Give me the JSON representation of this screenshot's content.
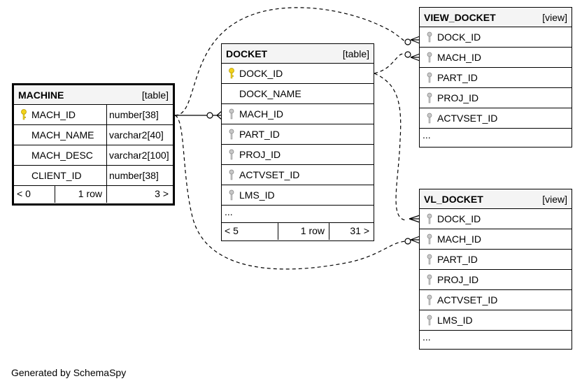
{
  "tables": {
    "machine": {
      "name": "MACHINE",
      "kind": "[table]",
      "columns": [
        {
          "name": "MACH_ID",
          "type": "number[38]"
        },
        {
          "name": "MACH_NAME",
          "type": "varchar2[40]"
        },
        {
          "name": "MACH_DESC",
          "type": "varchar2[100]"
        },
        {
          "name": "CLIENT_ID",
          "type": "number[38]"
        }
      ],
      "footer": {
        "left": "< 0",
        "mid": "1 row",
        "right": "3 >"
      }
    },
    "docket": {
      "name": "DOCKET",
      "kind": "[table]",
      "columns": [
        "DOCK_ID",
        "DOCK_NAME",
        "MACH_ID",
        "PART_ID",
        "PROJ_ID",
        "ACTVSET_ID",
        "LMS_ID"
      ],
      "more": "...",
      "footer": {
        "left": "< 5",
        "mid": "1 row",
        "right": "31 >"
      }
    },
    "view_docket": {
      "name": "VIEW_DOCKET",
      "kind": "[view]",
      "columns": [
        "DOCK_ID",
        "MACH_ID",
        "PART_ID",
        "PROJ_ID",
        "ACTVSET_ID"
      ],
      "more": "..."
    },
    "vl_docket": {
      "name": "VL_DOCKET",
      "kind": "[view]",
      "columns": [
        "DOCK_ID",
        "MACH_ID",
        "PART_ID",
        "PROJ_ID",
        "ACTVSET_ID",
        "LMS_ID"
      ],
      "more": "..."
    }
  },
  "key_icons": {
    "primary": "gold-key-icon",
    "foreign": "grey-key-icon"
  },
  "colors": {
    "primary_key": "#f2d21a",
    "foreign_key": "#a0a0a0",
    "header_bg": "#f4f4f4"
  },
  "generated_by": "Generated by SchemaSpy"
}
